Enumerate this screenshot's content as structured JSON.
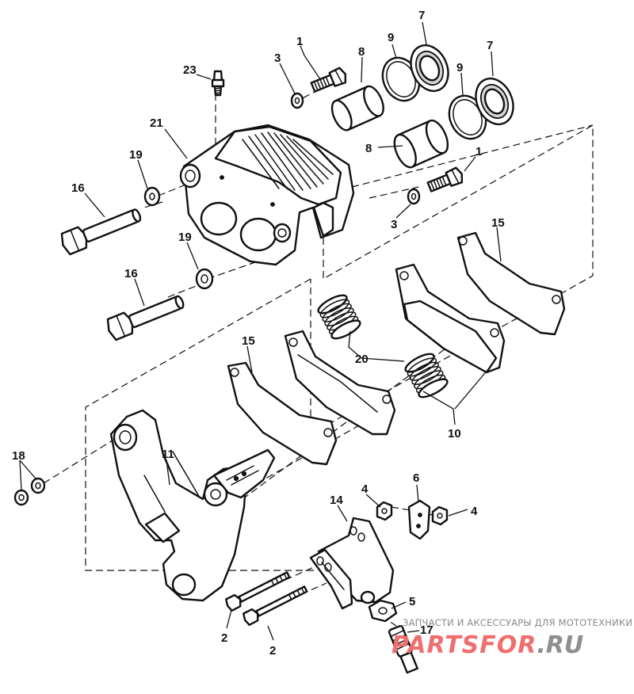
{
  "diagram": {
    "callouts": [
      {
        "id": "c1a",
        "text": "1"
      },
      {
        "id": "c1b",
        "text": "1"
      },
      {
        "id": "c2a",
        "text": "2"
      },
      {
        "id": "c2b",
        "text": "2"
      },
      {
        "id": "c3a",
        "text": "3"
      },
      {
        "id": "c3b",
        "text": "3"
      },
      {
        "id": "c4a",
        "text": "4"
      },
      {
        "id": "c4b",
        "text": "4"
      },
      {
        "id": "c5",
        "text": "5"
      },
      {
        "id": "c6",
        "text": "6"
      },
      {
        "id": "c7a",
        "text": "7"
      },
      {
        "id": "c7b",
        "text": "7"
      },
      {
        "id": "c8a",
        "text": "8"
      },
      {
        "id": "c8b",
        "text": "8"
      },
      {
        "id": "c9a",
        "text": "9"
      },
      {
        "id": "c9b",
        "text": "9"
      },
      {
        "id": "c10",
        "text": "10"
      },
      {
        "id": "c11",
        "text": "11"
      },
      {
        "id": "c14",
        "text": "14"
      },
      {
        "id": "c15a",
        "text": "15"
      },
      {
        "id": "c15b",
        "text": "15"
      },
      {
        "id": "c16a",
        "text": "16"
      },
      {
        "id": "c16b",
        "text": "16"
      },
      {
        "id": "c17",
        "text": "17"
      },
      {
        "id": "c18",
        "text": "18"
      },
      {
        "id": "c19a",
        "text": "19"
      },
      {
        "id": "c19b",
        "text": "19"
      },
      {
        "id": "c20",
        "text": "20"
      },
      {
        "id": "c21",
        "text": "21"
      },
      {
        "id": "c23",
        "text": "23"
      }
    ]
  },
  "watermark": {
    "tagline": "ЗАПЧАСТИ И АКСЕССУАРЫ ДЛЯ МОТОТЕХНИКИ",
    "brand": "PARTSFOR",
    "tld": ".RU",
    "brand_color": "#ef6f6f",
    "tld_color": "#8f8f8f"
  }
}
